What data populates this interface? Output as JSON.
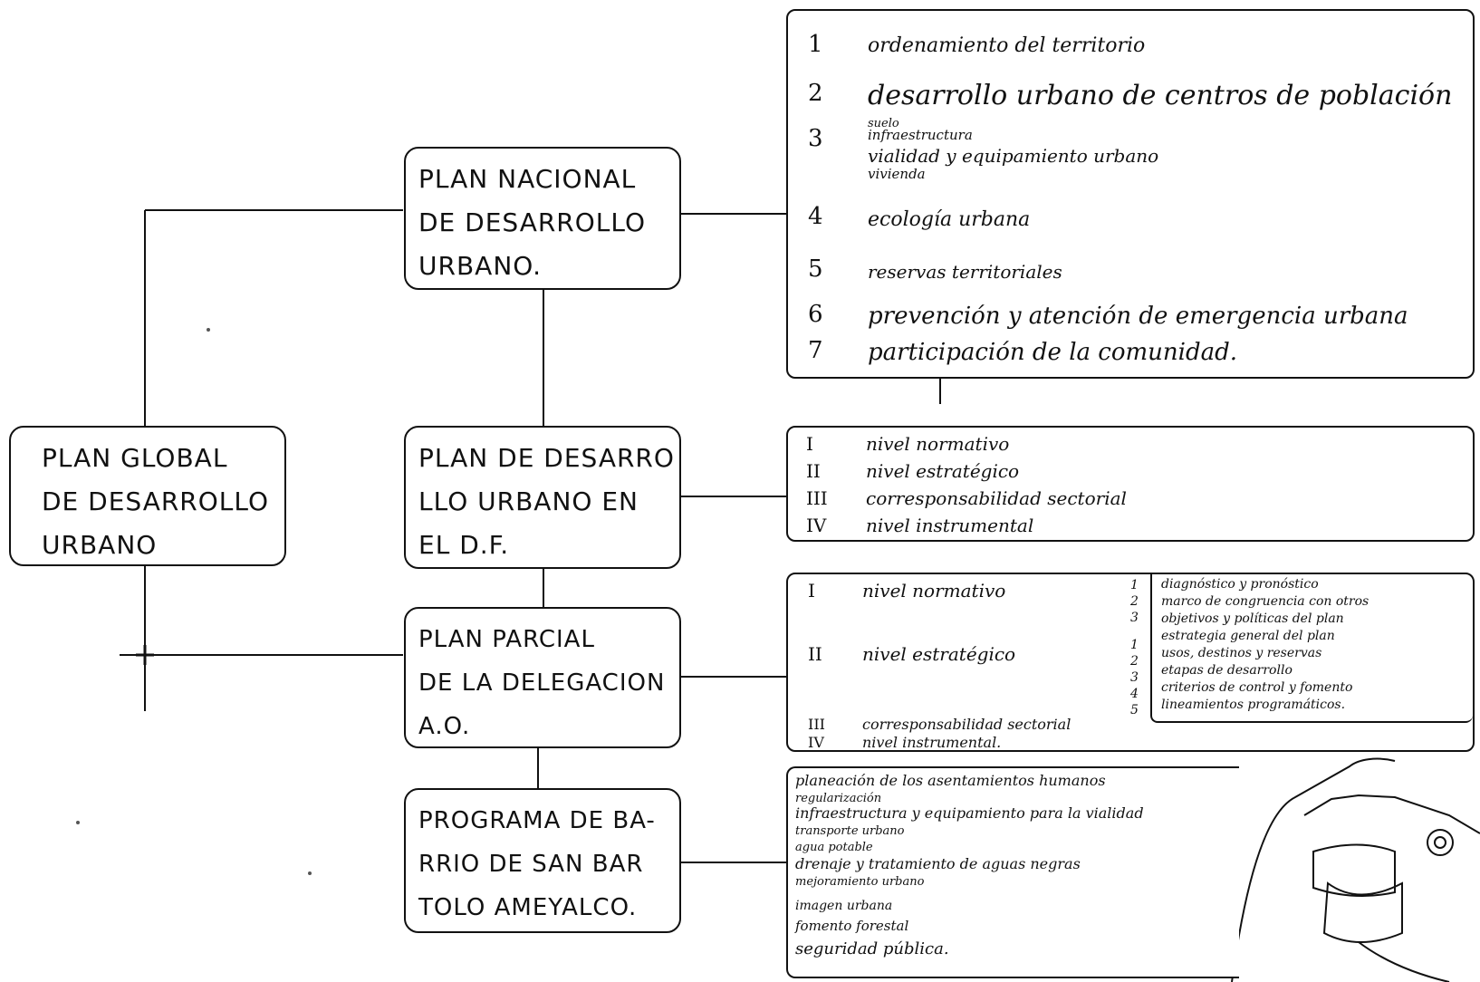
{
  "nodes": {
    "global": [
      "PLAN GLOBAL",
      "DE DESARROLLO",
      "URBANO"
    ],
    "nacional": [
      "PLAN NACIONAL",
      "DE DESARROLLO",
      "URBANO."
    ],
    "df": [
      "PLAN DE DESARRO",
      "LLO URBANO EN",
      "EL   D.F."
    ],
    "parcial": [
      "PLAN PARCIAL",
      "DE LA DELEGACION",
      "A.O."
    ],
    "barrio": [
      "PROGRAMA DE BA-",
      "RRIO DE SAN BAR",
      "TOLO AMEYALCO."
    ]
  },
  "nacional_list": {
    "items": [
      {
        "n": "1",
        "text": "ordenamiento del territorio"
      },
      {
        "n": "2",
        "text": "desarrollo urbano de centros de población"
      },
      {
        "n": "3",
        "subs": [
          "suelo",
          "infraestructura",
          "vialidad y equipamiento urbano",
          "vivienda"
        ]
      },
      {
        "n": "4",
        "text": "ecología urbana"
      },
      {
        "n": "5",
        "text": "reservas territoriales"
      },
      {
        "n": "6",
        "text": "prevención y atención de emergencia urbana"
      },
      {
        "n": "7",
        "text": "participación de la comunidad."
      }
    ]
  },
  "df_list": {
    "items": [
      {
        "n": "I",
        "text": "nivel normativo"
      },
      {
        "n": "II",
        "text": "nivel estratégico"
      },
      {
        "n": "III",
        "text": "corresponsabilidad sectorial"
      },
      {
        "n": "IV",
        "text": "nivel instrumental"
      }
    ]
  },
  "parcial_list": {
    "left": [
      {
        "n": "I",
        "text": "nivel normativo"
      },
      {
        "n": "II",
        "text": "nivel estratégico"
      },
      {
        "n": "III",
        "text": "corresponsabilidad sectorial"
      },
      {
        "n": "IV",
        "text": "nivel instrumental."
      }
    ],
    "sub_numbers": [
      "1",
      "2",
      "3",
      "1",
      "2",
      "3",
      "4",
      "5"
    ],
    "right": [
      "diagnóstico y pronóstico",
      "marco de congruencia con otros",
      "objetivos y políticas del plan",
      "estrategia general del plan",
      "usos, destinos y reservas",
      "etapas de desarrollo",
      "criterios de control y fomento",
      "lineamientos programáticos."
    ]
  },
  "barrio_list": {
    "items": [
      "planeación de los asentamientos humanos",
      "regularización",
      "infraestructura y equipamiento para la vialidad",
      "transporte urbano",
      "agua potable",
      "drenaje y tratamiento de aguas negras",
      "mejoramiento urbano",
      "imagen urbana",
      "fomento forestal",
      "seguridad pública."
    ]
  }
}
